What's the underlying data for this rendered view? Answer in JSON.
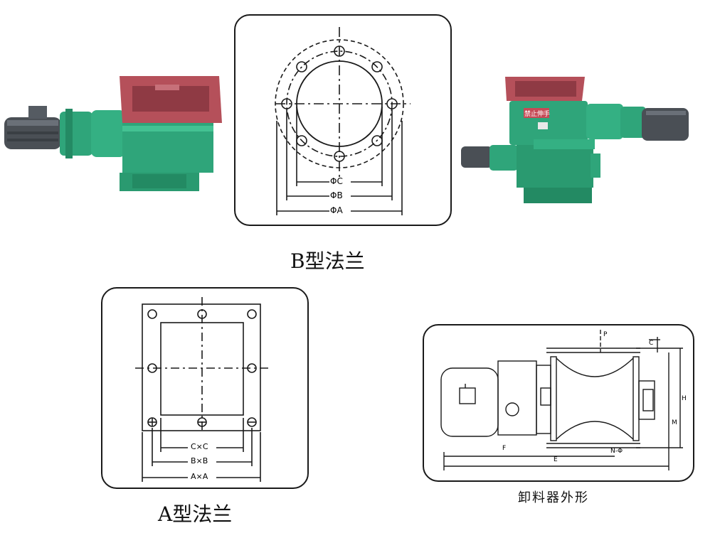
{
  "b_flange": {
    "caption": "B型法兰",
    "dims": {
      "c": "ΦC",
      "b": "ΦB",
      "a": "ΦA"
    }
  },
  "a_flange": {
    "caption": "A型法兰",
    "dims": {
      "c": "C×C",
      "b": "B×B",
      "a": "A×A"
    }
  },
  "valve": {
    "caption": "卸料器外形",
    "dims": {
      "p": "P",
      "f": "F",
      "e": "E",
      "n": "N-Φ",
      "h": "H",
      "m": "M",
      "c": "C"
    }
  },
  "photo_left": {
    "plate_text": ""
  },
  "photo_right": {
    "plate_text": "禁止伸手"
  },
  "colors": {
    "body_green": "#2fa57a",
    "flange_red": "#b5505a",
    "motor_grey": "#4a4f55",
    "line": "#1a1a1a"
  }
}
